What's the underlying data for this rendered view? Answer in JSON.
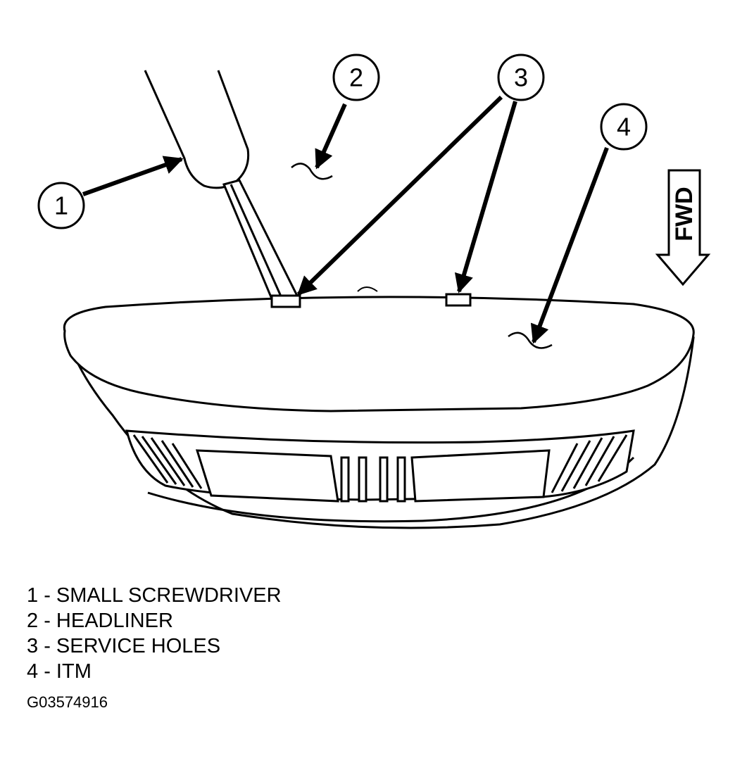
{
  "callouts": [
    "1",
    "2",
    "3",
    "4"
  ],
  "direction_label": "FWD",
  "legend": [
    {
      "num": "1",
      "text": "SMALL SCREWDRIVER"
    },
    {
      "num": "2",
      "text": "HEADLINER"
    },
    {
      "num": "3",
      "text": "SERVICE HOLES"
    },
    {
      "num": "4",
      "text": "ITM"
    }
  ],
  "figure_id": "G03574916",
  "colors": {
    "line": "#000000",
    "background": "#ffffff"
  }
}
